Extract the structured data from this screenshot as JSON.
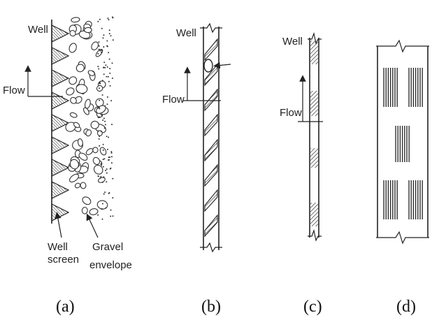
{
  "panels": {
    "a": {
      "caption": "(a)",
      "well_label": "Well",
      "flow_label": "Flow",
      "screen_label_line1": "Well",
      "screen_label_line2": "screen",
      "gravel_label_line1": "Gravel",
      "gravel_label_line2": "envelope"
    },
    "b": {
      "caption": "(b)",
      "well_label": "Well",
      "flow_label": "Flow"
    },
    "c": {
      "caption": "(c)",
      "well_label": "Well",
      "flow_label": "Flow"
    },
    "d": {
      "caption": "(d)"
    }
  }
}
